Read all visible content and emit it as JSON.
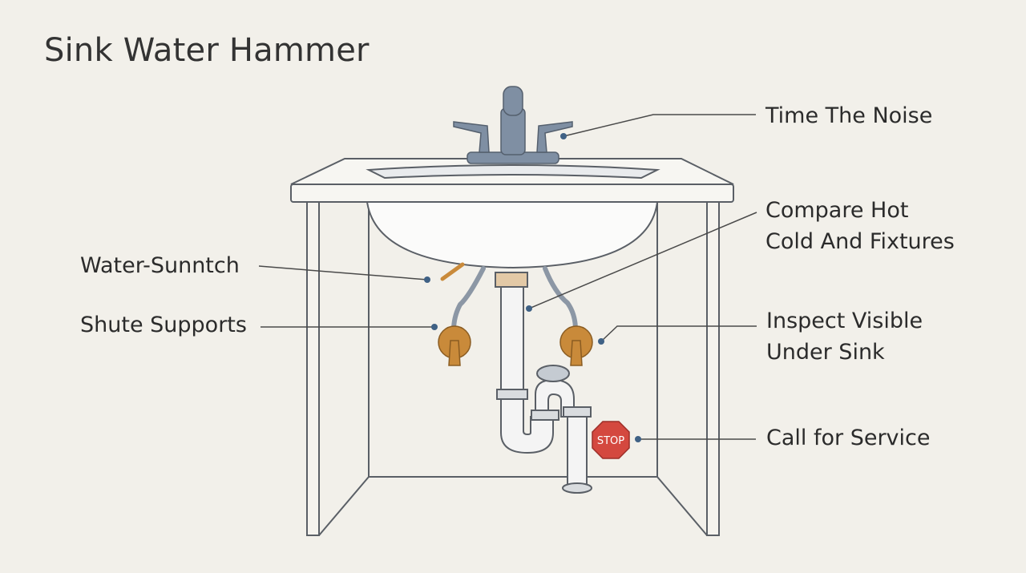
{
  "title": "Sink Water Hammer",
  "labels": {
    "time_noise": "Time The Noise",
    "compare_line1": "Compare Hot",
    "compare_line2": "Cold And Fixtures",
    "water_switch": "Water-Sunntch",
    "shute_supports": "Shute Supports",
    "inspect_line1": "Inspect Visible",
    "inspect_line2": "Under Sink",
    "call_service": "Call for Service"
  },
  "stop_sign": "STOP",
  "colors": {
    "background": "#f2f0ea",
    "outline": "#5a5f66",
    "faucet": "#7f8fa3",
    "valve": "#c98a3a",
    "stop": "#d4483f",
    "marker": "#3f6185"
  }
}
